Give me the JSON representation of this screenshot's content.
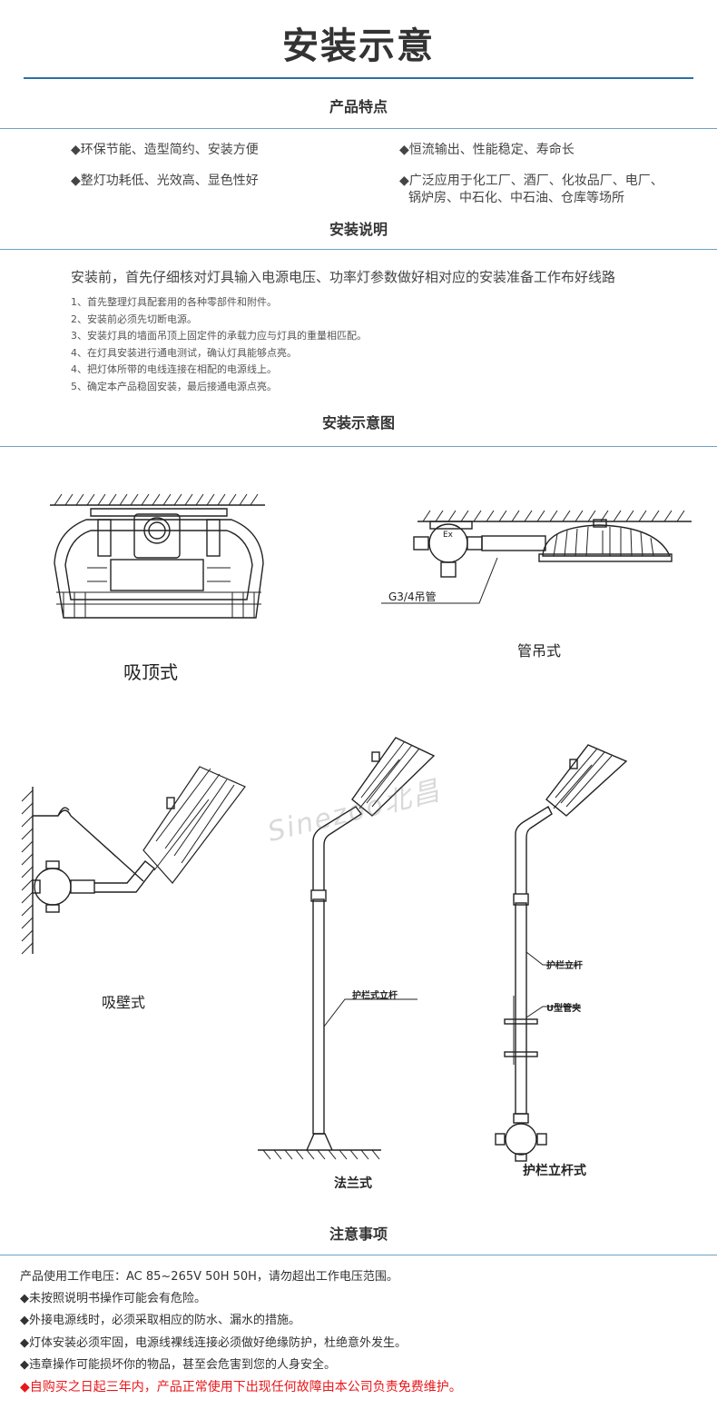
{
  "page_title": "安装示意",
  "sections": {
    "features_title": "产品特点",
    "install_title": "安装说明",
    "diagram_title": "安装示意图",
    "notes_title": "注意事项"
  },
  "features": [
    "◆环保节能、造型简约、安装方便",
    "◆恒流输出、性能稳定、寿命长",
    "◆整灯功耗低、光效高、显色性好",
    "◆广泛应用于化工厂、酒厂、化妆品厂、电厂、",
    "锅炉房、中石化、中石油、仓库等场所"
  ],
  "install_intro": "安装前，首先仔细核对灯具输入电源电压、功率灯参数做好相对应的安装准备工作布好线路",
  "install_steps": [
    "1、首先整理灯具配套用的各种零部件和附件。",
    "2、安装前必须先切断电源。",
    "3、安装灯具的墙面吊顶上固定件的承载力应与灯具的重量相匹配。",
    "4、在灯具安装进行通电测试，确认灯具能够点亮。",
    "4、把灯体所带的电线连接在相配的电源线上。",
    "5、确定本产品稳固安装，最后接通电源点亮。"
  ],
  "diagrams": {
    "ceiling": "吸顶式",
    "pipe": "管吊式",
    "pipe_callout": "G3/4吊管",
    "wall": "吸壁式",
    "flange": "法兰式",
    "flange_callout": "护栏式立杆",
    "guardrail": "护栏立杆式",
    "guardrail_pole": "护栏立杆",
    "u_clamp": "U型管夹",
    "ex_mark": "Ex",
    "watermark": "Sinezoo北昌"
  },
  "notes": [
    "产品使用工作电压：AC 85~265V 50H 50H，请勿超出工作电压范围。",
    "◆未按照说明书操作可能会有危险。",
    "◆外接电源线时，必须采取相应的防水、漏水的措施。",
    "◆灯体安装必须牢固，电源线裸线连接必须做好绝缘防护，杜绝意外发生。",
    "◆违章操作可能损坏你的物品，甚至会危害到您的人身安全。"
  ],
  "warranty": "◆自购买之日起三年内，产品正常使用下出现任何故障由本公司负责免费维护。",
  "colors": {
    "accent": "#2f6fa3",
    "rule": "#6f9fc3",
    "warning": "#e8171a"
  }
}
